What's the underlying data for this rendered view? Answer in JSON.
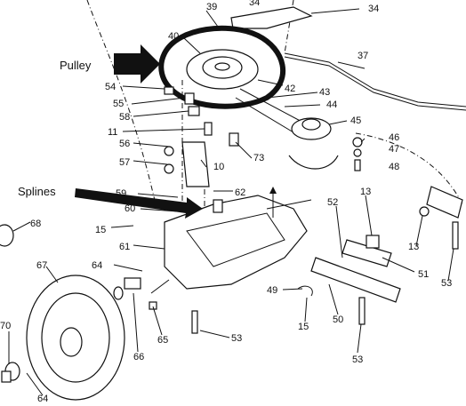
{
  "callouts": {
    "pulley": "Pulley",
    "splines": "Splines"
  },
  "part_numbers": [
    "39",
    "40",
    "34",
    "34",
    "37",
    "42",
    "43",
    "44",
    "45",
    "46",
    "47",
    "48",
    "54",
    "55",
    "58",
    "11",
    "56",
    "57",
    "10",
    "73",
    "59",
    "60",
    "62",
    "13",
    "52",
    "15",
    "61",
    "68",
    "13",
    "64",
    "67",
    "51",
    "53",
    "49",
    "50",
    "70",
    "66",
    "65",
    "53",
    "15",
    "53",
    "64"
  ],
  "colors": {
    "ink": "#111111",
    "background": "#ffffff"
  }
}
